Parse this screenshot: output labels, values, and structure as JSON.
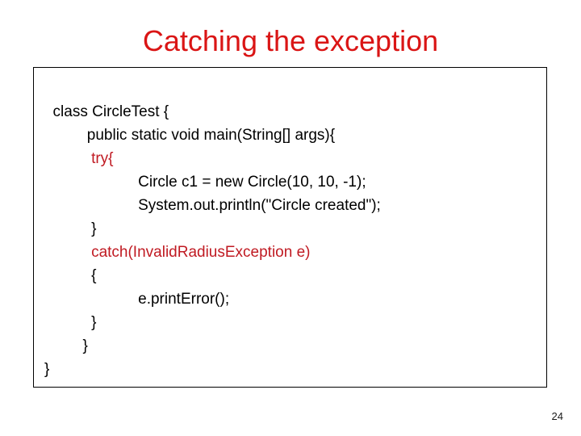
{
  "slide": {
    "title": "Catching the exception",
    "page_number": "24",
    "colors": {
      "background": "#ffffff",
      "title_red": "#da1515",
      "code_red": "#c01a22",
      "code_black": "#000000",
      "box_border": "#000000"
    },
    "code": {
      "language": "java",
      "lines": [
        {
          "text": "  class CircleTest {",
          "color": "black"
        },
        {
          "text": "          public static void main(String[] args){",
          "color": "black"
        },
        {
          "text": "           try{",
          "color": "red"
        },
        {
          "text": "                      Circle c1 = new Circle(10, 10, -1);",
          "color": "black"
        },
        {
          "text": "                      System.out.println(\"Circle created\");",
          "color": "black"
        },
        {
          "text": "           }",
          "color": "black"
        },
        {
          "text": "           catch(InvalidRadiusException e)",
          "color": "red"
        },
        {
          "text": "           {",
          "color": "black"
        },
        {
          "text": "                      e.printError();",
          "color": "black"
        },
        {
          "text": "           }",
          "color": "black"
        },
        {
          "text": "         }",
          "color": "black"
        },
        {
          "text": "}",
          "color": "black"
        }
      ]
    }
  }
}
